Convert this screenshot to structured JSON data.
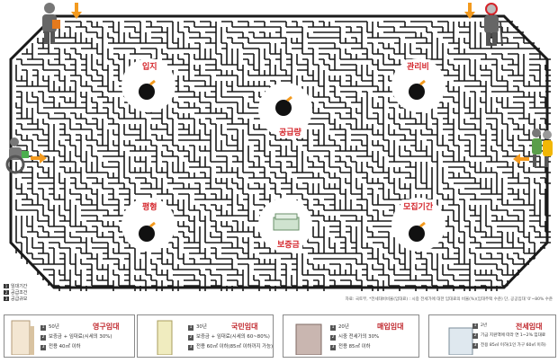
{
  "maze_labels": {
    "location": "입지",
    "management_fee": "관리비",
    "supply": "공급량",
    "size": "평형",
    "deposit": "보증금",
    "recruit_period": "모집기간"
  },
  "legend": [
    {
      "num": "1",
      "text": "임대기간"
    },
    {
      "num": "2",
      "text": "공급조건"
    },
    {
      "num": "3",
      "text": "공급규모"
    }
  ],
  "source": "자료: 국토부, *전세대비비율(임대료) : 시중 전세가에 대한 임대료의 비율(%)(임대주택 수준) 단, 공공임대 '0'~80% 수준",
  "panels": [
    {
      "title": "영구임대",
      "rows": [
        "50년",
        "보증금 + 임대료(시세의 30%)",
        "전용 40㎡ 이하"
      ]
    },
    {
      "title": "국민임대",
      "rows": [
        "30년",
        "보증금 + 임대료(시세의 60~80%)",
        "전용 60㎡ 이하(85㎡ 이하까지 가능)"
      ]
    },
    {
      "title": "매입임대",
      "rows": [
        "20년",
        "시중 전세가의 30%",
        "전용 85㎡ 이하"
      ]
    },
    {
      "title": "전세임대",
      "rows": [
        "2년",
        "기금 지원액에 따라 연 1~2% 임대료",
        "전용 85㎡ 이하(1인 가구 60㎡ 이하)"
      ]
    }
  ],
  "colors": {
    "accent": "#d4242a",
    "maze": "#1a1a1a",
    "arrow": "#f39a1e"
  }
}
